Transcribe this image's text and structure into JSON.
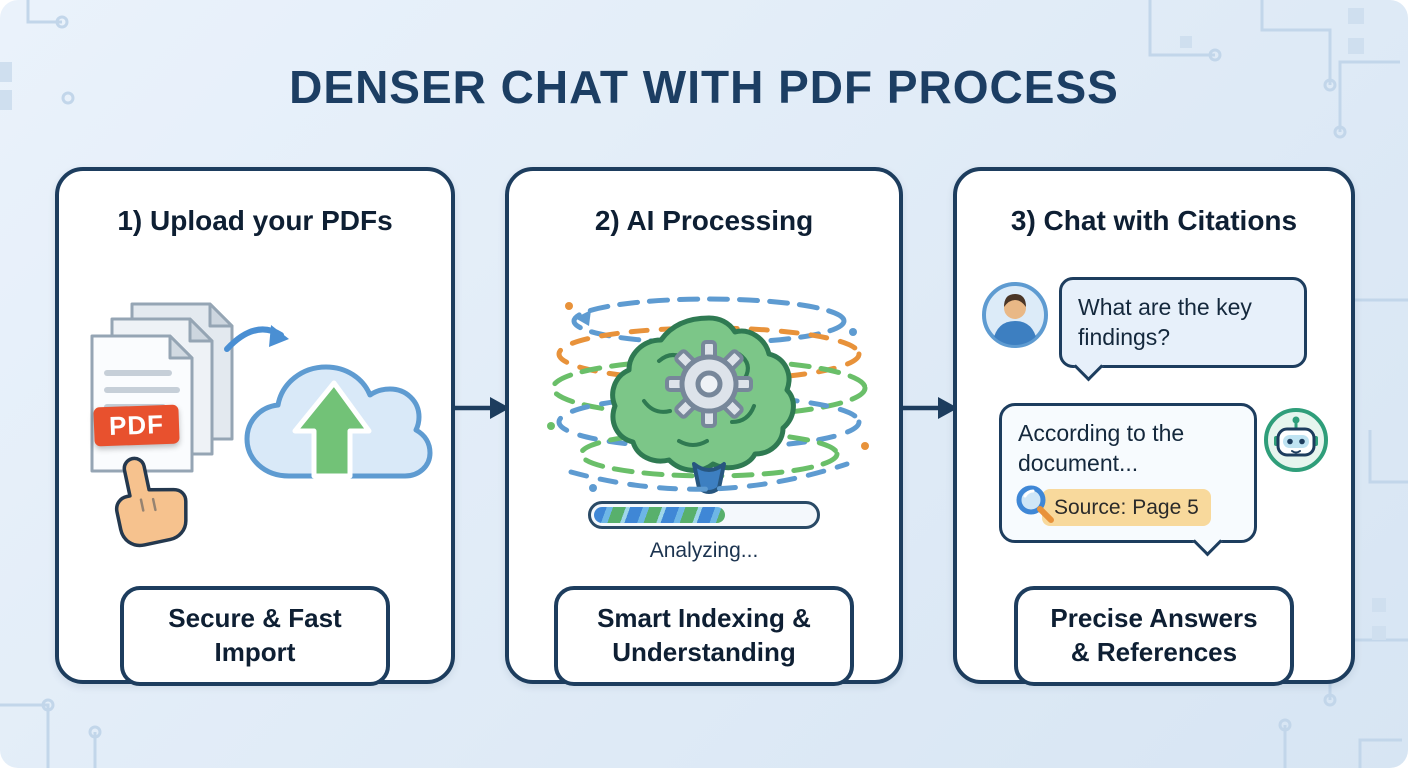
{
  "title": "DENSER CHAT WITH PDF PROCESS",
  "steps": [
    {
      "heading": "1) Upload your PDFs",
      "pdf_badge": "PDF",
      "footer": "Secure & Fast Import"
    },
    {
      "heading": "2) AI Processing",
      "progress_label": "Analyzing...",
      "progress_percent": 58,
      "footer": "Smart Indexing & Understanding"
    },
    {
      "heading": "3) Chat with Citations",
      "user_message": "What are the key findings?",
      "bot_message": "According to the document...",
      "citation": "Source: Page 5",
      "footer": "Precise Answers & References"
    }
  ],
  "colors": {
    "background_start": "#eaf2fb",
    "background_end": "#d7e5f3",
    "title": "#1c3e63",
    "heading": "#0e1f33",
    "card_border": "#1d3d5e",
    "pdf_badge": "#e8512e",
    "citation_bg": "#f8d99c",
    "user_bubble_bg": "#e7f0fa",
    "bot_bubble_bg": "#f7fbfe",
    "progress_border": "#2a4a66",
    "cloud_fill": "#d9e9f8",
    "cloud_stroke": "#5e9bd1",
    "upload_arrow_green": "#72c277",
    "brain_green": "#7cc688",
    "circuit": "#c2d6ea"
  }
}
